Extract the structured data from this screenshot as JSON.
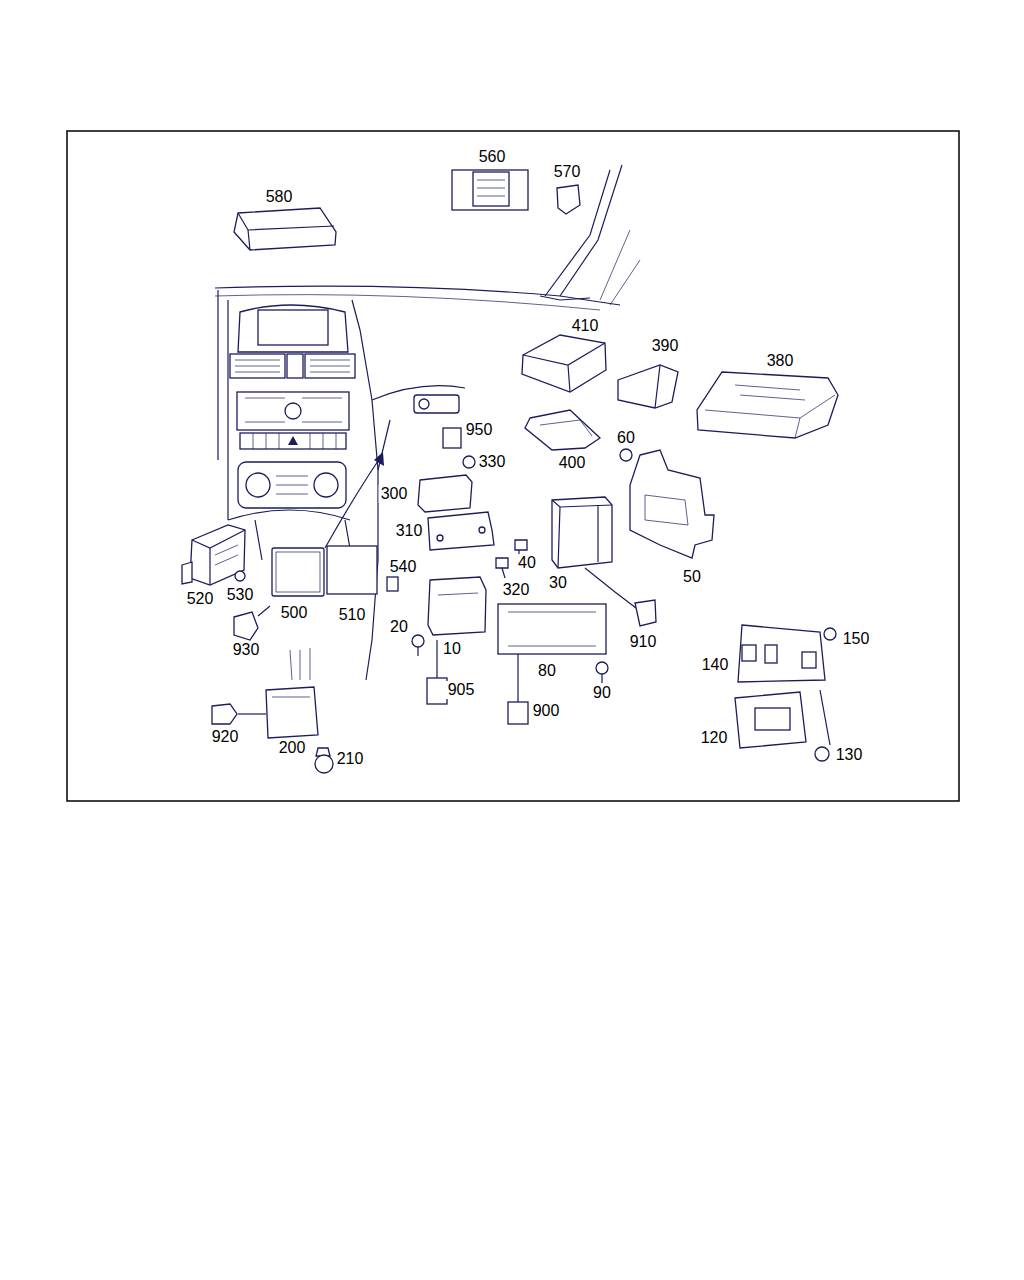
{
  "diagram": {
    "labels": [
      "560",
      "570",
      "580",
      "410",
      "390",
      "380",
      "950",
      "330",
      "60",
      "400",
      "300",
      "310",
      "40",
      "50",
      "30",
      "540",
      "520",
      "530",
      "500",
      "510",
      "320",
      "910",
      "20",
      "10",
      "150",
      "930",
      "140",
      "905",
      "80",
      "90",
      "900",
      "920",
      "120",
      "200",
      "130",
      "210"
    ]
  }
}
